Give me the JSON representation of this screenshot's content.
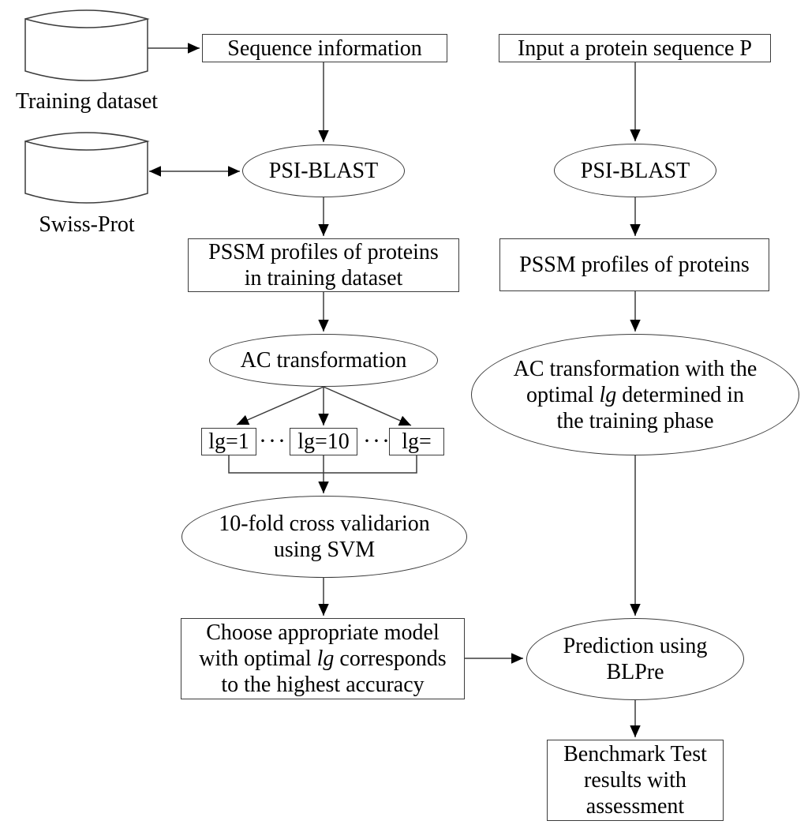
{
  "colors": {
    "line": "#3c3c3c",
    "arrowhead": "#000000",
    "text": "#000000",
    "background": "#ffffff"
  },
  "training_pipeline": {
    "dataset_label": "Training dataset",
    "sequence_info": "Sequence information",
    "swissprot_label": "Swiss-Prot",
    "psi_blast": "PSI-BLAST",
    "pssm_line1": "PSSM profiles of proteins",
    "pssm_line2": "in training dataset",
    "ac_transformation": "AC transformation",
    "lg_first": "lg=1",
    "lg_dots_left": "···",
    "lg_middle": "lg=10",
    "lg_dots_right": "···",
    "lg_last": "lg=",
    "cross_validation_line1": "10-fold cross validarion",
    "cross_validation_line2": "using SVM",
    "choose_line1": "Choose appropriate model",
    "choose_line2_pre": "with optimal ",
    "choose_line2_italic": "lg",
    "choose_line2_post": " corresponds",
    "choose_line3": "to the highest accuracy"
  },
  "prediction_pipeline": {
    "input_sequence": "Input a protein sequence P",
    "psi_blast": "PSI-BLAST",
    "pssm_profiles": "PSSM profiles of proteins",
    "ac_line1": "AC transformation with the",
    "ac_line2_pre": "optimal ",
    "ac_line2_italic": "lg",
    "ac_line2_post": " determined in",
    "ac_line3": "the training phase",
    "prediction_line1": "Prediction using",
    "prediction_line2": "BLPre",
    "benchmark_line1": "Benchmark Test",
    "benchmark_line2": "results with",
    "benchmark_line3": "assessment"
  }
}
